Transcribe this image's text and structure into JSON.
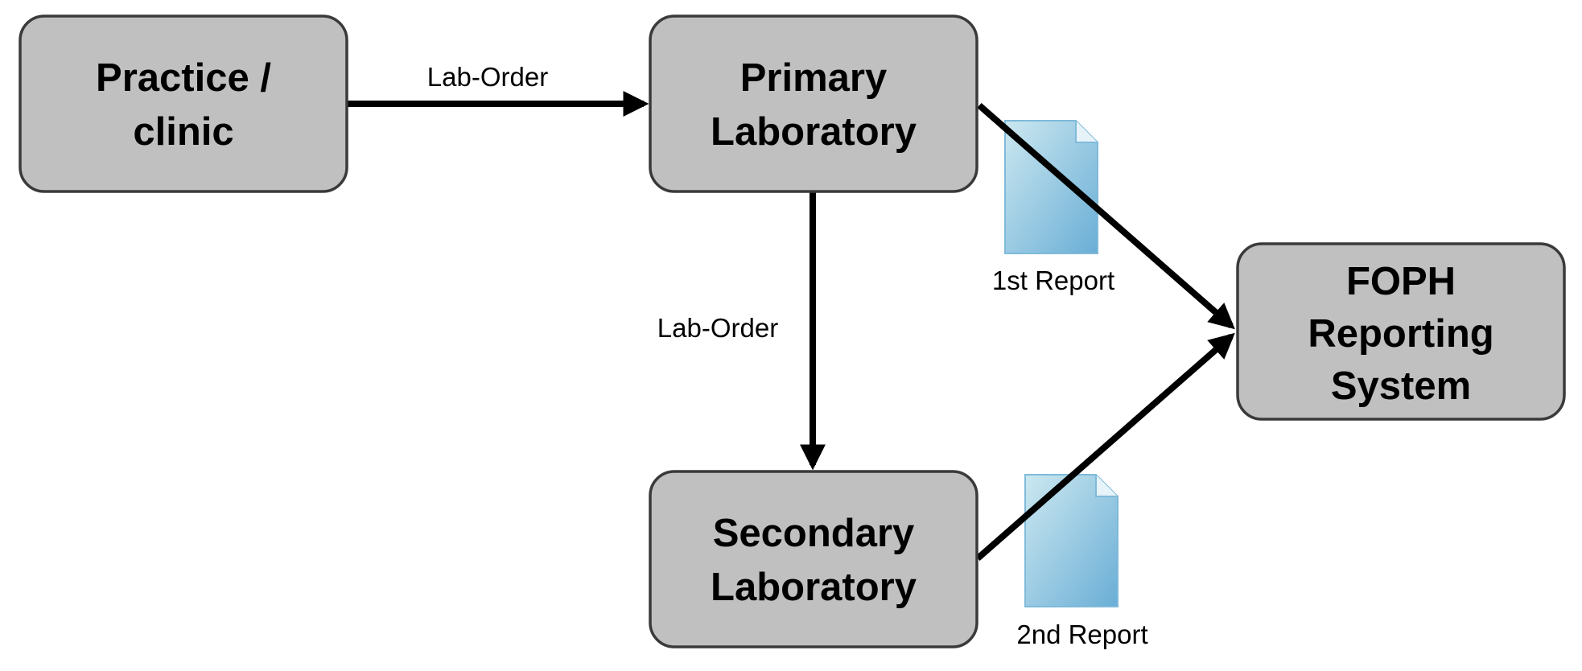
{
  "colors": {
    "node_fill": "#c0c0c0",
    "node_stroke": "#3a3a3a",
    "edge": "#000000",
    "document_light": "#c8e6ef",
    "document_dark": "#6fb2d8"
  },
  "nodes": {
    "practice": {
      "line1": "Practice /",
      "line2": "clinic"
    },
    "primary": {
      "line1": "Primary",
      "line2": "Laboratory"
    },
    "secondary": {
      "line1": "Secondary",
      "line2": "Laboratory"
    },
    "foph": {
      "line1": "FOPH",
      "line2": "Reporting",
      "line3": "System"
    }
  },
  "edges": {
    "practice_to_primary": {
      "label": "Lab-Order"
    },
    "primary_to_secondary": {
      "label": "Lab-Order"
    },
    "primary_to_foph": {
      "label": ""
    },
    "secondary_to_foph": {
      "label": ""
    }
  },
  "documents": {
    "first": {
      "icon": "document-icon",
      "label": "1st Report"
    },
    "second": {
      "icon": "document-icon",
      "label": "2nd Report"
    }
  }
}
